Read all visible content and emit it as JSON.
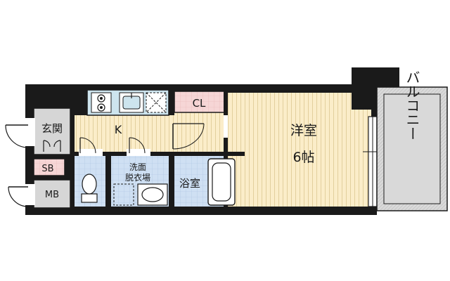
{
  "plan": {
    "rooms": {
      "western_room_name": "洋室",
      "western_room_size": "6帖",
      "balcony": "バルコニー",
      "kitchen": "K",
      "closet": "CL",
      "entrance": "玄関",
      "shoe_box": "SB",
      "meter_box": "MB",
      "washroom_line1": "洗面",
      "washroom_line2": "脱衣場",
      "bathroom": "浴室"
    },
    "colors": {
      "wall": "#1a1a1a",
      "flooring": "#fbedc9",
      "flooring_line": "#e2cf9d",
      "tile_blue": "#cfe0f3",
      "closet_pink": "#f6d6d6",
      "entrance_gray": "#d6d6d6",
      "balcony_gray": "#d9d9d9",
      "kitchen_counter": "#cde4ee"
    }
  }
}
